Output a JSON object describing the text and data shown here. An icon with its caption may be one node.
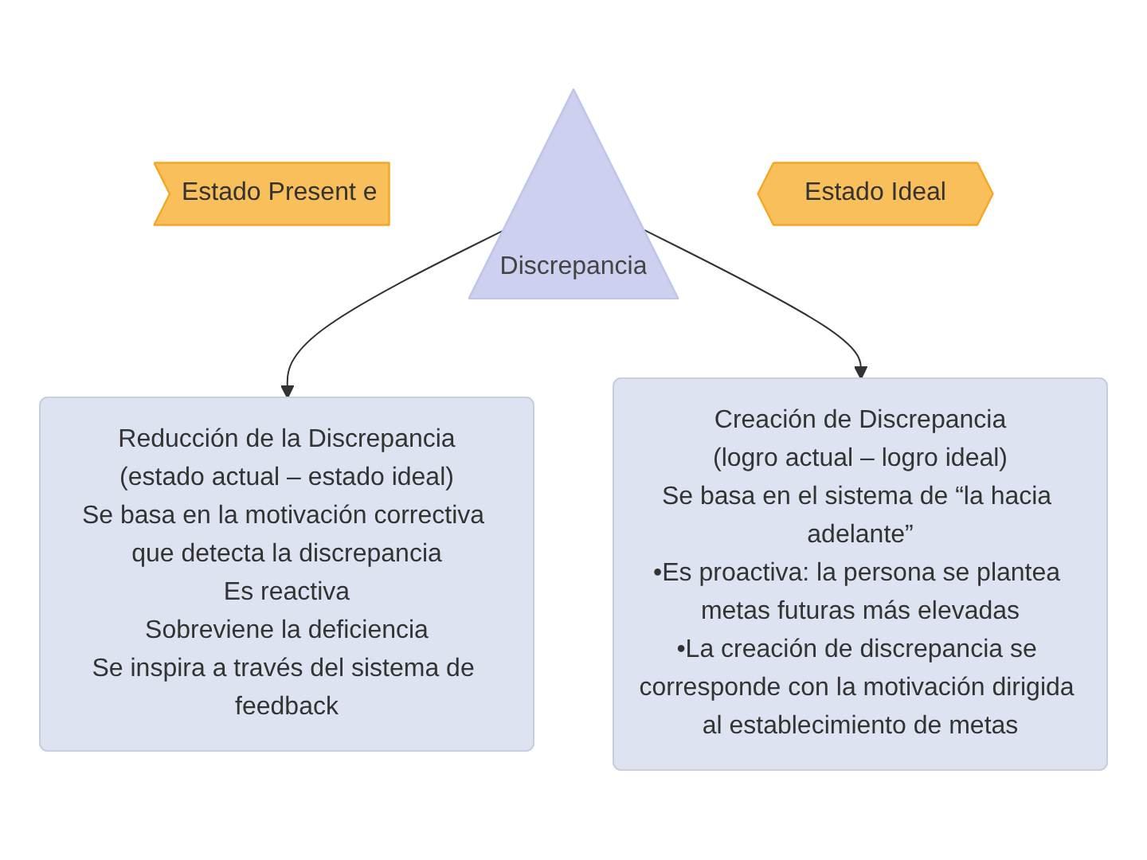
{
  "diagram": {
    "nodes": [
      {
        "text": [
          "Estado Present e"
        ]
      },
      {
        "text": [
          "Discrepancia"
        ]
      },
      {
        "text": [
          "Estado Ideal"
        ]
      },
      {
        "text": [
          "Reducción de la Discrepancia",
          "(estado actual – estado ideal)",
          "Se basa en la motivación correctiva que detecta la discrepancia",
          "Es reactiva",
          "Sobreviene la deficiencia",
          "Se inspira a través del sistema de feedback"
        ]
      },
      {
        "text": [
          "Creación de Discrepancia",
          "(logro actual – logro ideal)",
          "Se basa en el sistema de “la hacia adelante”",
          "•Es proactiva: la persona se plantea metas futuras más elevadas",
          "•La creación de discrepancia se corresponde con la motivación dirigida al establecimiento de metas"
        ]
      }
    ],
    "edges": [
      {
        "from": 1,
        "to": 3,
        "arrow": "to"
      },
      {
        "from": 1,
        "to": 4,
        "arrow": "to"
      }
    ]
  }
}
